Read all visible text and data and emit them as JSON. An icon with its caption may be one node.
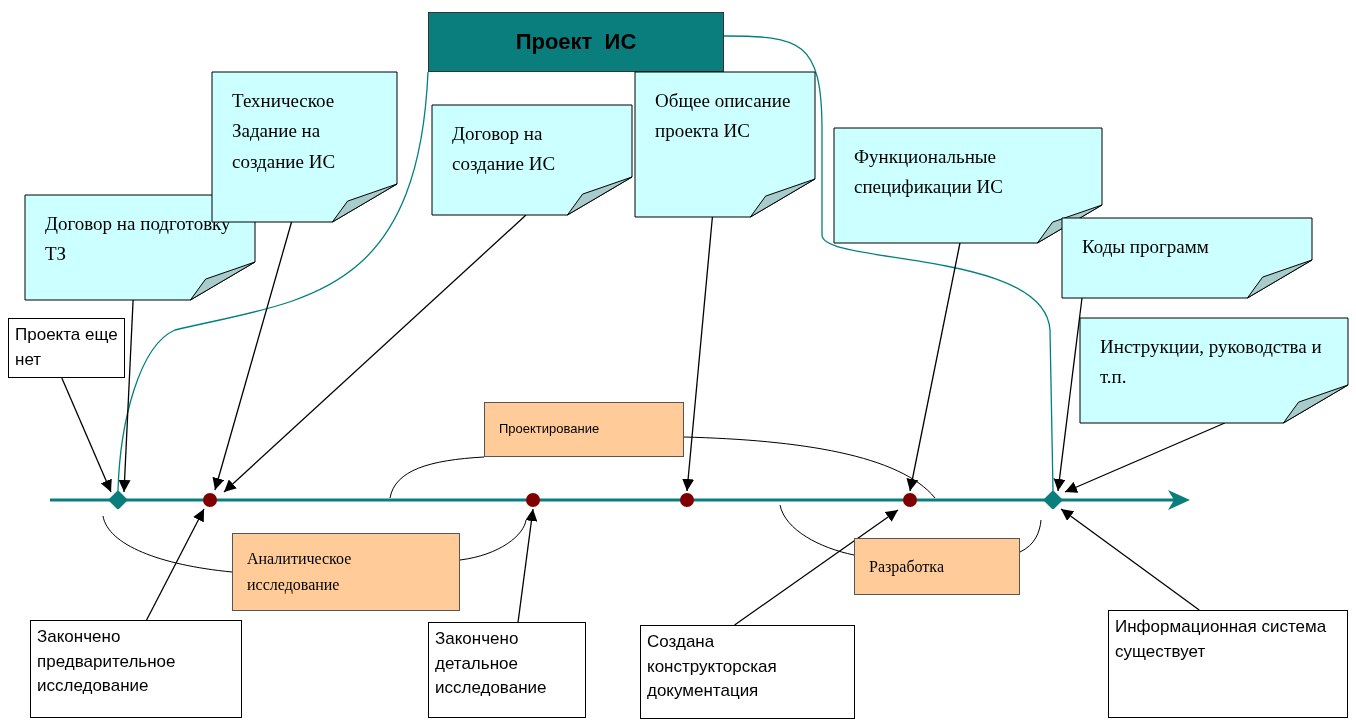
{
  "diagram": {
    "nodes": [
      {
        "text": [
          "Проект  ИС"
        ]
      },
      {
        "text": [
          "Договор  на подготовку ТЗ"
        ]
      },
      {
        "text": [
          "Техническое Задание на создание ИС"
        ]
      },
      {
        "text": [
          "Договор  на создание ИС"
        ]
      },
      {
        "text": [
          "Общее описание проекта ИС"
        ]
      },
      {
        "text": [
          "Функциональные спецификации ИС"
        ]
      },
      {
        "text": [
          "Коды программ"
        ]
      },
      {
        "text": [
          "Инструкции, руководства и т.п."
        ]
      },
      {
        "text": [
          "Проекта еще нет"
        ]
      },
      {
        "text": [
          "Проектирование"
        ]
      },
      {
        "text": [
          "Аналитическое исследование"
        ]
      },
      {
        "text": [
          "Разработка"
        ]
      },
      {
        "text": [
          "Закончено предварительное исследование"
        ]
      },
      {
        "text": [
          "Закончено детальное исследование"
        ]
      },
      {
        "text": [
          "Создана конструкторская документация"
        ]
      },
      {
        "text": [
          "Информационная система существует"
        ]
      },
      {
        "text": [],
        "shape": "diamond"
      },
      {
        "text": [],
        "shape": "circle"
      },
      {
        "text": [],
        "shape": "circle"
      },
      {
        "text": [],
        "shape": "circle"
      },
      {
        "text": [],
        "shape": "circle"
      },
      {
        "text": [],
        "shape": "diamond"
      }
    ],
    "edges": [
      {
        "from": 0,
        "to": 16,
        "arrow": "none",
        "color": "#008080"
      },
      {
        "from": 0,
        "to": 21,
        "arrow": "none",
        "color": "#008080"
      },
      {
        "from": 1,
        "to": 16,
        "arrow": "to"
      },
      {
        "from": 8,
        "to": 16,
        "arrow": "to"
      },
      {
        "from": 2,
        "to": 17,
        "arrow": "to"
      },
      {
        "from": 3,
        "to": 17,
        "arrow": "to"
      },
      {
        "from": 4,
        "to": 19,
        "arrow": "to"
      },
      {
        "from": 5,
        "to": 20,
        "arrow": "to"
      },
      {
        "from": 6,
        "to": 21,
        "arrow": "to"
      },
      {
        "from": 7,
        "to": 21,
        "arrow": "to"
      },
      {
        "from": 12,
        "to": 17,
        "arrow": "to"
      },
      {
        "from": 13,
        "to": 18,
        "arrow": "to"
      },
      {
        "from": 14,
        "to": 20,
        "arrow": "to"
      },
      {
        "from": 15,
        "to": 21,
        "arrow": "to"
      }
    ]
  }
}
